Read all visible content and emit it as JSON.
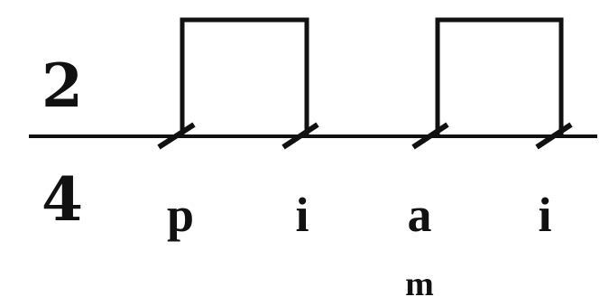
{
  "time_signature": {
    "top": "2",
    "bottom": "4"
  },
  "finger_labels": [
    "p",
    "i",
    "a",
    "i"
  ],
  "secondary_label": "m",
  "colors": {
    "ink": "#111111",
    "background": "#ffffff"
  }
}
